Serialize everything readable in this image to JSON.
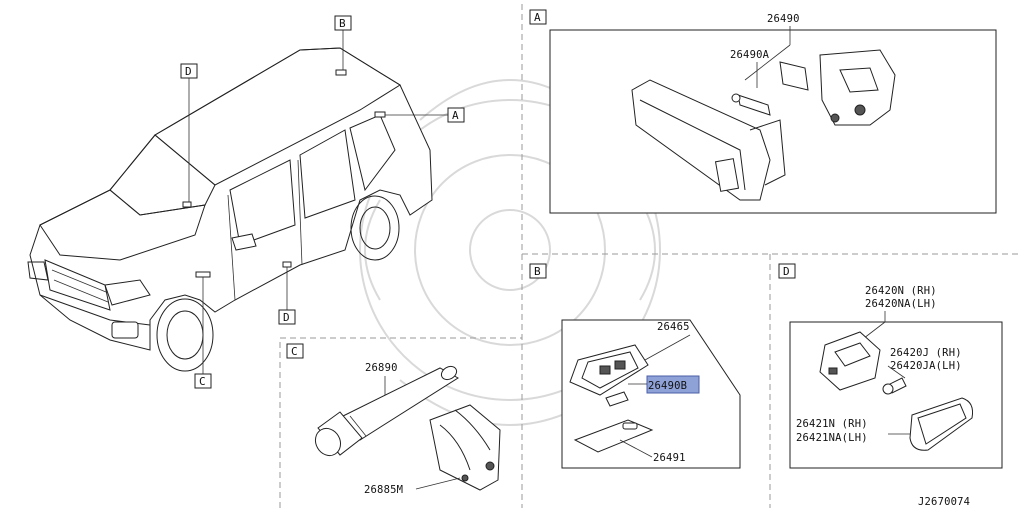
{
  "diagram": {
    "callouts": {
      "A": "A",
      "B": "B",
      "C": "C",
      "D": "D"
    },
    "panels": {
      "A": {
        "tag": "A",
        "parts": [
          "26490",
          "26490A"
        ]
      },
      "B": {
        "tag": "B",
        "parts": [
          "26465",
          "26490B",
          "26491"
        ]
      },
      "C": {
        "tag": "C",
        "parts": [
          "26890",
          "26885M"
        ]
      },
      "D": {
        "tag": "D",
        "parts": [
          "26420N (RH)",
          "26420NA(LH)",
          "26420J (RH)",
          "26420JA(LH)",
          "26421N (RH)",
          "26421NA(LH)"
        ]
      }
    },
    "highlight_color": "#8ea2d8",
    "diagram_code": "J2670074"
  }
}
